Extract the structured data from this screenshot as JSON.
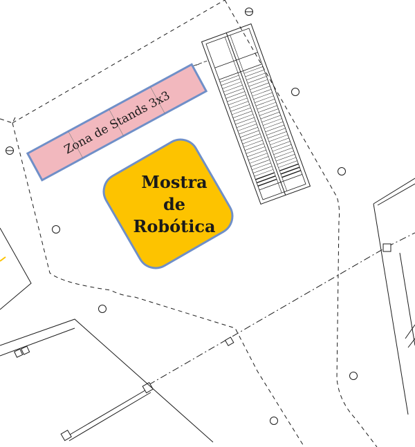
{
  "floor_plan": {
    "stands_zone": {
      "label": "Zona de Stands 3x3",
      "fill_color": "#f2b8be",
      "border_color": "#6f8fc8"
    },
    "robotics_area": {
      "label_lines": [
        "Mostra",
        "de",
        "Robótica"
      ],
      "fill_color": "#fdc300",
      "border_color": "#6f8fc8"
    },
    "line_color": "#1a1a1a"
  }
}
